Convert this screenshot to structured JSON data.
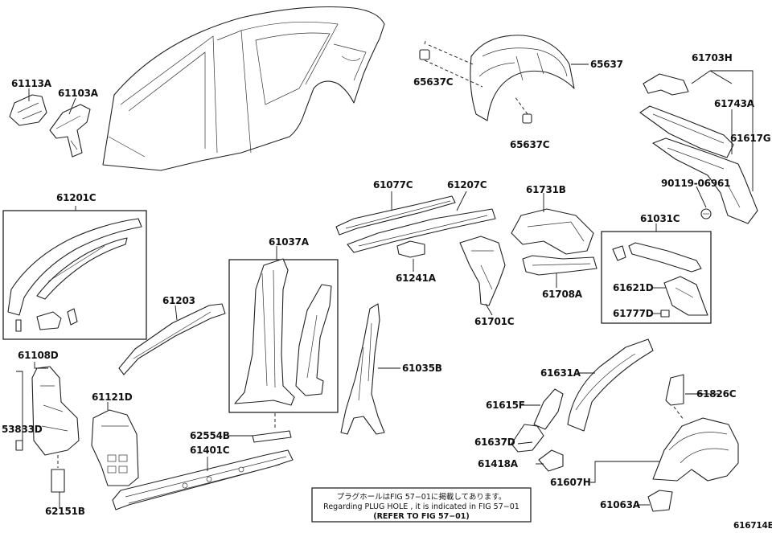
{
  "labels": {
    "p61113A": "61113A",
    "p61103A": "61103A",
    "p65637C_top": "65637C",
    "p65637": "65637",
    "p65637C_bottom": "65637C",
    "p61703H": "61703H",
    "p61743A": "61743A",
    "p61617G": "61617G",
    "p90119": "90119-06961",
    "p61201C": "61201C",
    "p61077C": "61077C",
    "p61207C": "61207C",
    "p61731B": "61731B",
    "p61031C": "61031C",
    "p61037A": "61037A",
    "p61241A": "61241A",
    "p61708A": "61708A",
    "p61621D": "61621D",
    "p61777D": "61777D",
    "p61203": "61203",
    "p61701C": "61701C",
    "p61035B": "61035B",
    "p61108D": "61108D",
    "p61121D": "61121D",
    "p53833D": "53833D",
    "p62554B": "62554B",
    "p61401C": "61401C",
    "p62151B": "62151B",
    "p61631A": "61631A",
    "p61615F": "61615F",
    "p61826C": "61826C",
    "p61637D": "61637D",
    "p61418A": "61418A",
    "p61607H": "61607H",
    "p61063A": "61063A"
  },
  "note": {
    "line1": "プラグホールはFIG 57−01に掲載してあります。",
    "line2": "Regarding PLUG HOLE , it is indicated in FIG 57−01",
    "line3": "(REFER TO FIG 57−01)"
  },
  "figure_id": "616714E"
}
